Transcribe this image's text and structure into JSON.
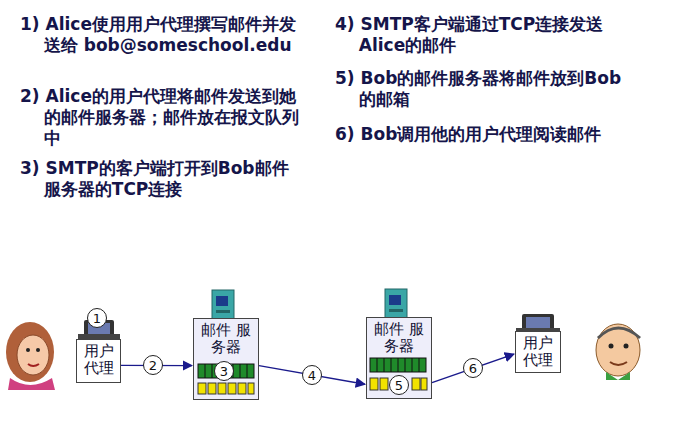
{
  "diagram": {
    "nodes": [
      {
        "text": [
          "用户 代理"
        ]
      },
      {
        "text": [
          "邮件 服务器"
        ]
      },
      {
        "text": [
          "邮件 服务器"
        ]
      },
      {
        "text": [
          "用户 代理"
        ]
      }
    ],
    "edges": [
      {
        "from": 0,
        "to": 1,
        "arrow": "to",
        "label": "2"
      },
      {
        "from": 1,
        "to": 2,
        "arrow": "to",
        "label": "4"
      },
      {
        "from": 2,
        "to": 3,
        "arrow": "to",
        "label": "6"
      }
    ],
    "labels": [
      "1) Alice使用用户代理撰写邮件并发送给 bob@someschool.edu",
      "2) Alice的用户代理将邮件发送到她的邮件服务器；邮件放在报文队列中",
      "3) SMTP的客户端打开到Bob邮件服务器的TCP连接",
      "4) SMTP客户端通过TCP连接发送Alice的邮件",
      "5) Bob的邮件服务器将邮件放到Bob的邮箱",
      "6) Bob调用他的用户代理阅读邮件",
      "1",
      "3",
      "5"
    ]
  }
}
